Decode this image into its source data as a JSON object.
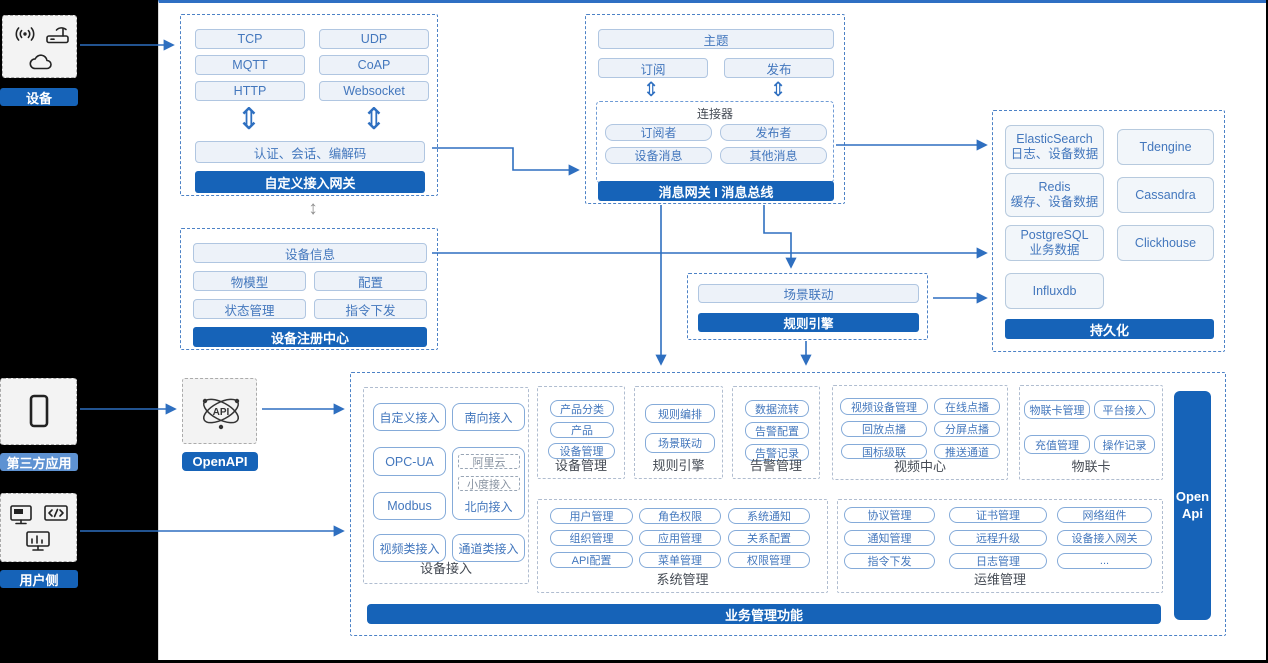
{
  "colors": {
    "accent_dark": "#1663b8",
    "arrow_blue": "#2e6fc0",
    "badge_light_blue": "#5e92d2",
    "panel_top_line": "#2f6fc3"
  },
  "icons": {
    "double_arrow": "⇕",
    "updown_arrow": "↕",
    "device_icons": [
      "wireless-icon",
      "router-icon",
      "cloud-icon"
    ],
    "third_party_icons": [
      "phone-icon"
    ],
    "user_side_icons": [
      "app-icon",
      "code-icon",
      "bar-chart-icon"
    ],
    "openapi_icon": "api-network-icon"
  },
  "entities": [
    {
      "label": "设备"
    },
    {
      "label": "第三方应用"
    },
    {
      "label": "用户侧"
    }
  ],
  "gateway": {
    "protocols": [
      "TCP",
      "UDP",
      "MQTT",
      "CoAP",
      "HTTP",
      "Websocket"
    ],
    "auth": "认证、会话、编解码",
    "title": "自定义接入网关"
  },
  "message": {
    "topic": "主题",
    "subscribe": "订阅",
    "publish": "发布",
    "connector": {
      "title": "连接器",
      "items": [
        "订阅者",
        "发布者",
        "设备消息",
        "其他消息"
      ]
    },
    "title": "消息网关 I 消息总线"
  },
  "persistence": {
    "dbs": [
      {
        "name": "ElasticSearch",
        "desc": "日志、设备数据"
      },
      {
        "name": "Tdengine",
        "desc": ""
      },
      {
        "name": "Redis",
        "desc": "缓存、设备数据"
      },
      {
        "name": "Cassandra",
        "desc": ""
      },
      {
        "name": "PostgreSQL",
        "desc": "业务数据"
      },
      {
        "name": "Clickhouse",
        "desc": ""
      },
      {
        "name": "Influxdb",
        "desc": ""
      }
    ],
    "title": "持久化"
  },
  "registry": {
    "wide": "设备信息",
    "items": [
      "物模型",
      "配置",
      "状态管理",
      "指令下发"
    ],
    "title": "设备注册中心"
  },
  "rule": {
    "item": "场景联动",
    "title": "规则引擎"
  },
  "openapi": {
    "label": "OpenAPI",
    "icon_text": "API"
  },
  "business": {
    "access": {
      "label": "设备接入",
      "custom": "自定义接入",
      "south": "南向接入",
      "opcua": "OPC-UA",
      "modbus": "Modbus",
      "video": "视频类接入",
      "channel": "通道类接入",
      "north": {
        "label": "北向接入",
        "subs": [
          "阿里云",
          "小度接入"
        ]
      }
    },
    "feature_groups": [
      {
        "label": "设备管理",
        "items": [
          "产品分类",
          "产品",
          "设备管理"
        ]
      },
      {
        "label": "规则引擎",
        "items": [
          "规则编排",
          "场景联动"
        ]
      },
      {
        "label": "告警管理",
        "items": [
          "数据流转",
          "告警配置",
          "告警记录"
        ]
      },
      {
        "label": "视频中心",
        "items": [
          "视频设备管理",
          "在线点播",
          "回放点播",
          "分屏点播",
          "国标级联",
          "推送通道"
        ]
      },
      {
        "label": "物联卡",
        "items": [
          "物联卡管理",
          "平台接入",
          "充值管理",
          "操作记录"
        ]
      },
      {
        "label": "系统管理",
        "items": [
          "用户管理",
          "角色权限",
          "系统通知",
          "组织管理",
          "应用管理",
          "关系配置",
          "API配置",
          "菜单管理",
          "权限管理"
        ]
      },
      {
        "label": "运维管理",
        "items": [
          "协议管理",
          "证书管理",
          "网络组件",
          "通知管理",
          "远程升级",
          "设备接入网关",
          "指令下发",
          "日志管理",
          "..."
        ]
      }
    ],
    "bottom_bar": "业务管理功能",
    "open_api_bar": {
      "line1": "Open",
      "line2": "Api"
    }
  }
}
